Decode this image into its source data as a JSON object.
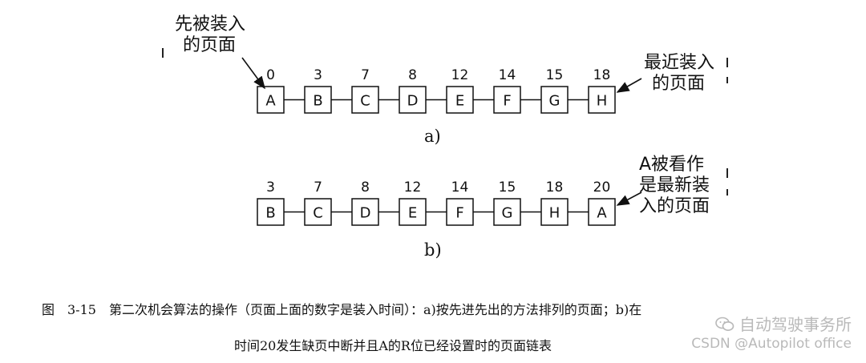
{
  "panel_a": {
    "label": "a)",
    "left_note": [
      "先被装入",
      "的页面"
    ],
    "right_note": [
      "最近装入",
      "的页面"
    ],
    "nodes": [
      {
        "page": "A",
        "time": "0"
      },
      {
        "page": "B",
        "time": "3"
      },
      {
        "page": "C",
        "time": "7"
      },
      {
        "page": "D",
        "time": "8"
      },
      {
        "page": "E",
        "time": "12"
      },
      {
        "page": "F",
        "time": "14"
      },
      {
        "page": "G",
        "time": "15"
      },
      {
        "page": "H",
        "time": "18"
      }
    ]
  },
  "panel_b": {
    "label": "b)",
    "right_note": [
      "A被看作",
      "是最新装",
      "入的页面"
    ],
    "nodes": [
      {
        "page": "B",
        "time": "3"
      },
      {
        "page": "C",
        "time": "7"
      },
      {
        "page": "D",
        "time": "8"
      },
      {
        "page": "E",
        "time": "12"
      },
      {
        "page": "F",
        "time": "14"
      },
      {
        "page": "G",
        "time": "15"
      },
      {
        "page": "H",
        "time": "18"
      },
      {
        "page": "A",
        "time": "20"
      }
    ]
  },
  "caption": {
    "line1": "图　3-15　第二次机会算法的操作（页面上面的数字是装入时间）：a)按先进先出的方法排列的页面；b)在",
    "line2": "时间20发生缺页中断并且A的R位已经设置时的页面链表"
  },
  "watermark": {
    "line1": "自动驾驶事务所",
    "line2": "CSDN @Autopilot office",
    "icon": "wechat-icon",
    "color": "#b9b9b9"
  }
}
